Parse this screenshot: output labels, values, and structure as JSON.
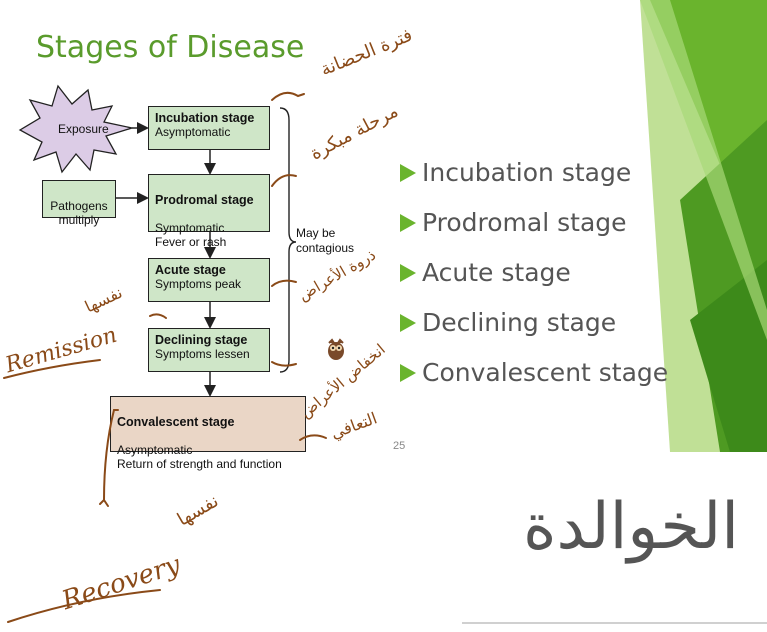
{
  "slide": {
    "title": "Stages of Disease",
    "page_number": "25"
  },
  "diagram": {
    "exposure_label": "Exposure",
    "pathogens_label": "Pathogens\nmultiply",
    "stages": [
      {
        "name": "Incubation stage",
        "detail": "Asymptomatic"
      },
      {
        "name": "Prodromal stage",
        "detail": "Symptomatic\nFever or rash"
      },
      {
        "name": "Acute stage",
        "detail": "Symptoms peak"
      },
      {
        "name": "Declining stage",
        "detail": "Symptoms lessen"
      },
      {
        "name": "Convalescent stage",
        "detail": "Asymptomatic\nReturn of strength and function"
      }
    ],
    "contagious_note": "May be\ncontagious"
  },
  "bullets": [
    "Incubation stage",
    "Prodromal stage",
    "Acute stage",
    "Declining stage",
    "Convalescent stage"
  ],
  "handwriting": {
    "incubation_ar": "فترة الحضانة",
    "prodromal_ar": "مرحلة مبكرة",
    "acute_ar": "ذروة الأعراض",
    "remission_ar": "نفسها",
    "remission": "Remission",
    "declining_ar": "انخفاض الأعراض",
    "convalescent_ar": "التعافي",
    "recovery": "Recovery",
    "recovery_ar": "نفسها",
    "signature": "الخوالدة"
  },
  "colors": {
    "title_green": "#5a9b2c",
    "box_green": "#cfe6c8",
    "box_tan": "#ead6c6",
    "burst_purple": "#dccce6",
    "bullet_green": "#6ab42d",
    "ink_brown": "#8a4a18"
  }
}
